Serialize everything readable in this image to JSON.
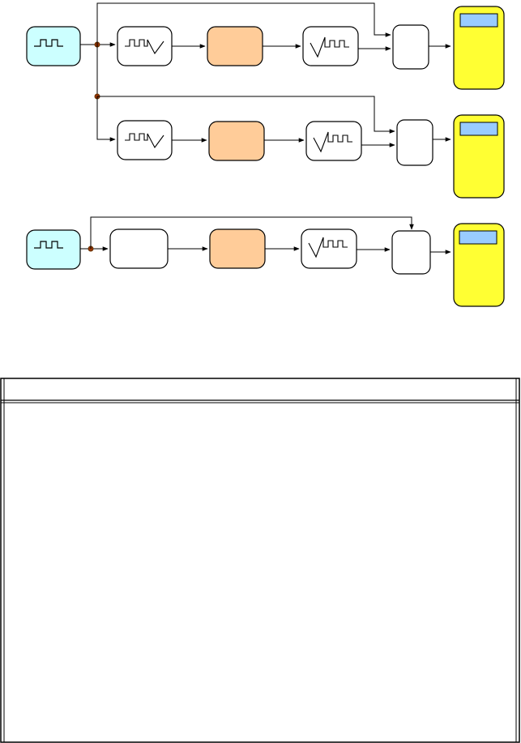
{
  "diagram": {
    "colors": {
      "source_fill": "#ccffff",
      "process_fill": "#ffcc99",
      "block_fill": "#ffffff",
      "display_fill": "#ffff33",
      "display_screen": "#99ccff",
      "line": "#000000",
      "junction": "#993300",
      "junction_stroke": "#663300"
    },
    "rows": [
      {
        "id": "row1",
        "blocks": [
          {
            "id": "source",
            "kind": "source",
            "icon": "square-wave-icon"
          },
          {
            "id": "block-a",
            "kind": "generic",
            "icon": "square-to-triangle-wave-icon"
          },
          {
            "id": "process",
            "kind": "process",
            "icon": ""
          },
          {
            "id": "block-c",
            "kind": "generic",
            "icon": "triangle-to-square-wave-icon"
          },
          {
            "id": "block-d",
            "kind": "generic",
            "icon": ""
          },
          {
            "id": "display",
            "kind": "display",
            "icon": "display-screen-icon"
          }
        ]
      },
      {
        "id": "row2",
        "blocks": [
          {
            "id": "block-a",
            "kind": "generic",
            "icon": "square-to-triangle-wave-icon"
          },
          {
            "id": "process",
            "kind": "process",
            "icon": ""
          },
          {
            "id": "block-c",
            "kind": "generic",
            "icon": "triangle-to-square-wave-icon"
          },
          {
            "id": "block-d",
            "kind": "generic",
            "icon": ""
          },
          {
            "id": "display",
            "kind": "display",
            "icon": "display-screen-icon"
          }
        ]
      },
      {
        "id": "row3",
        "blocks": [
          {
            "id": "source",
            "kind": "source",
            "icon": "square-wave-icon"
          },
          {
            "id": "block-b",
            "kind": "generic",
            "icon": ""
          },
          {
            "id": "process",
            "kind": "process",
            "icon": ""
          },
          {
            "id": "block-c",
            "kind": "generic",
            "icon": "triangle-to-square-wave-icon"
          },
          {
            "id": "block-d",
            "kind": "generic",
            "icon": ""
          },
          {
            "id": "display",
            "kind": "display",
            "icon": "display-screen-icon"
          }
        ]
      }
    ]
  },
  "table": {
    "header": "",
    "body": ""
  }
}
